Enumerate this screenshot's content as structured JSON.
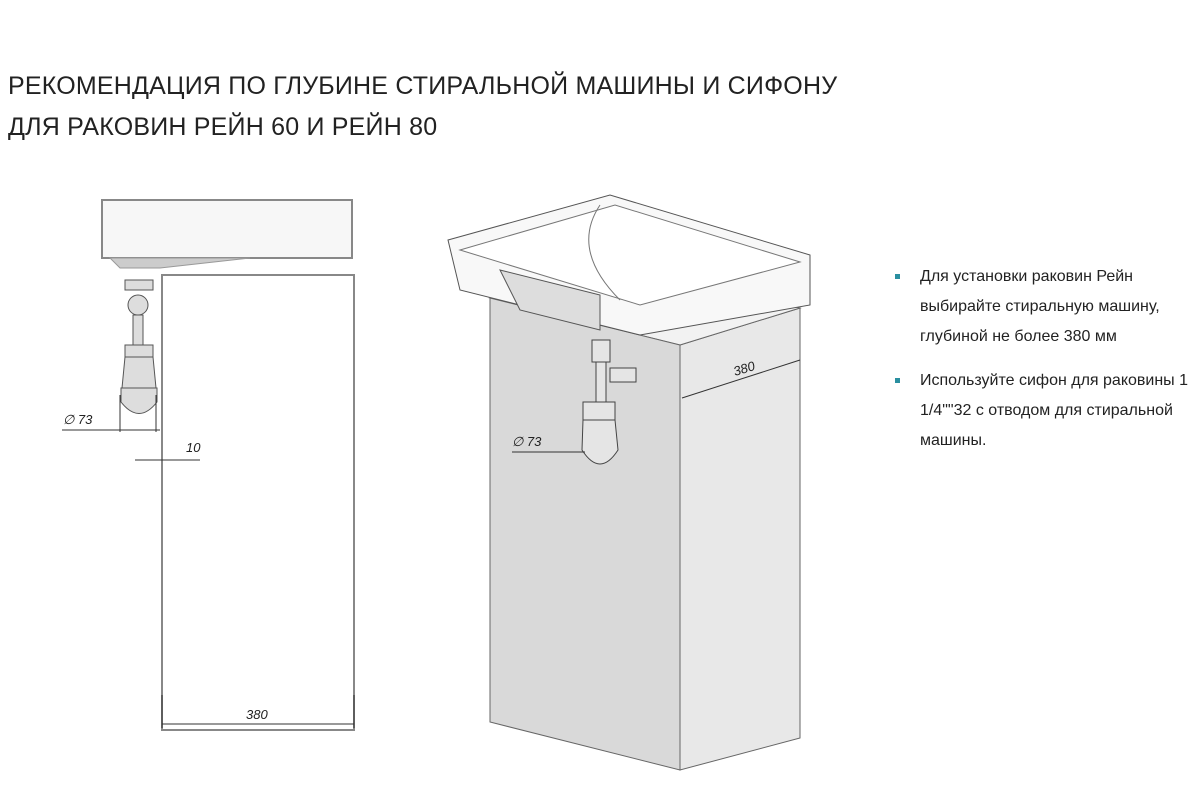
{
  "title": {
    "line1": "РЕКОМЕНДАЦИЯ ПО ГЛУБИНЕ СТИРАЛЬНОЙ МАШИНЫ  И СИФОНУ",
    "line2": "ДЛЯ  РАКОВИН РЕЙН 60 И РЕЙН 80"
  },
  "side_view": {
    "siphon_diameter": "∅ 73",
    "gap": "10",
    "depth": "380"
  },
  "perspective_view": {
    "siphon_diameter": "∅ 73",
    "depth": "380"
  },
  "notes": [
    "Для установки раковин Рейн выбирайте стиральную машину, глубиной не более 380 мм",
    "Используйте сифон для раковины 1 1/4\"\"32 с отводом для стиральной машины."
  ],
  "colors": {
    "bullet": "#2a8fa0",
    "cabinet_front": "#d9d9d9",
    "cabinet_side": "#e8e8e8"
  }
}
